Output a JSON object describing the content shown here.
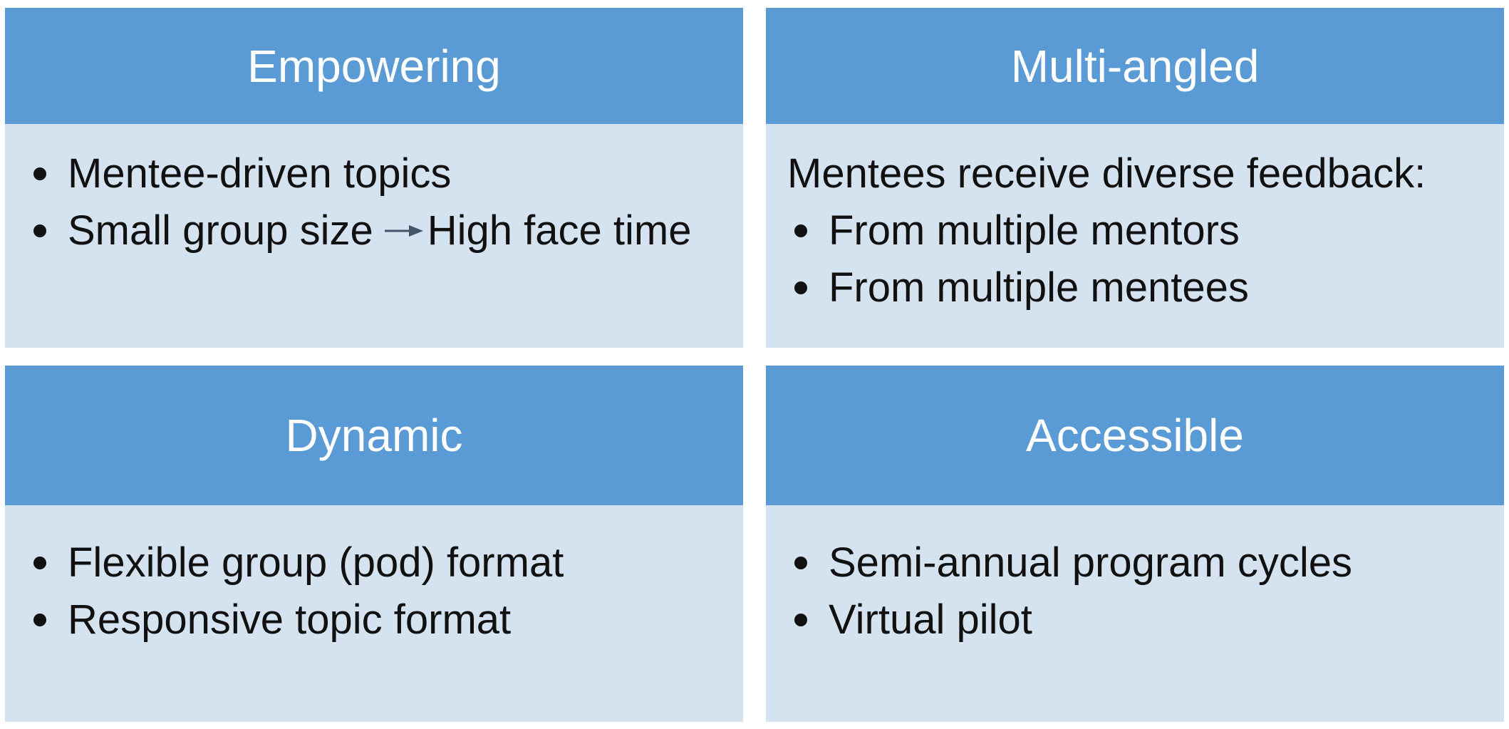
{
  "quadrants": {
    "empowering": {
      "title": "Empowering",
      "bullets": [
        "Mentee-driven topics"
      ],
      "arrow_item": {
        "before": "Small group size",
        "after": "High face time"
      }
    },
    "multi_angled": {
      "title": "Multi-angled",
      "intro": "Mentees receive diverse feedback:",
      "bullets": [
        "From multiple mentors",
        "From multiple mentees"
      ]
    },
    "dynamic": {
      "title": "Dynamic",
      "bullets": [
        "Flexible group (pod) format",
        "Responsive topic format"
      ]
    },
    "accessible": {
      "title": "Accessible",
      "bullets": [
        "Semi-annual program cycles",
        "Virtual pilot"
      ]
    }
  },
  "colors": {
    "header": "#5b9bd5",
    "body": "#d5e3f0",
    "header_text": "#ffffff",
    "body_text": "#111111",
    "arrow": "#44546a"
  }
}
